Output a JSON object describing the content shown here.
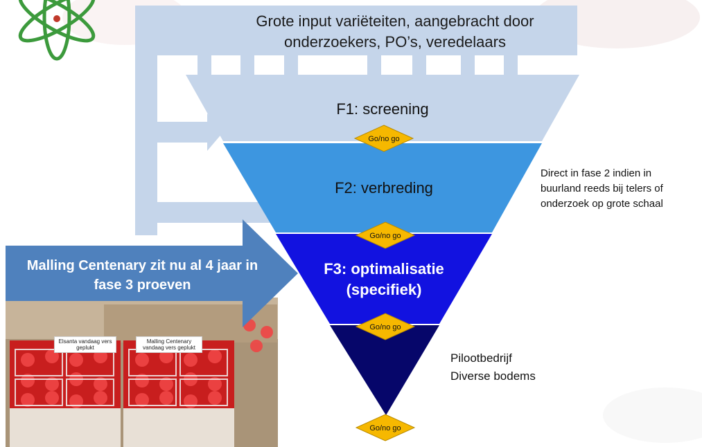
{
  "input_box": {
    "line1": "Grote input variëteiten, aangebracht door",
    "line2": "onderzoekers, PO’s, veredelaars"
  },
  "funnel": {
    "phases": [
      {
        "label": "F1: screening",
        "color": "#c5d5ea"
      },
      {
        "label": "F2: verbreding",
        "color": "#3d96e0"
      },
      {
        "label1": "F3: optimalisatie",
        "label2": "(specifiek)",
        "color": "#1212e0"
      },
      {
        "color": "#06066a"
      }
    ],
    "gate_label": "Go/no go",
    "gate_color": "#f6b800"
  },
  "side_note": {
    "line1": "Direct in fase 2 indien in",
    "line2": "buurland reeds bij telers of",
    "line3": "onderzoek op grote schaal"
  },
  "pilot": {
    "line1": "Pilootbedrijf",
    "line2": "Diverse bodems"
  },
  "callout": {
    "line1": "Malling Centenary zit nu al 4 jaar in",
    "line2": "fase 3 proeven",
    "color": "#4f81bd"
  },
  "photo": {
    "label_left": "Elsanta vandaag vers geplukt",
    "label_right_1": "Malling Centenary",
    "label_right_2": "vandaag vers geplukt"
  }
}
